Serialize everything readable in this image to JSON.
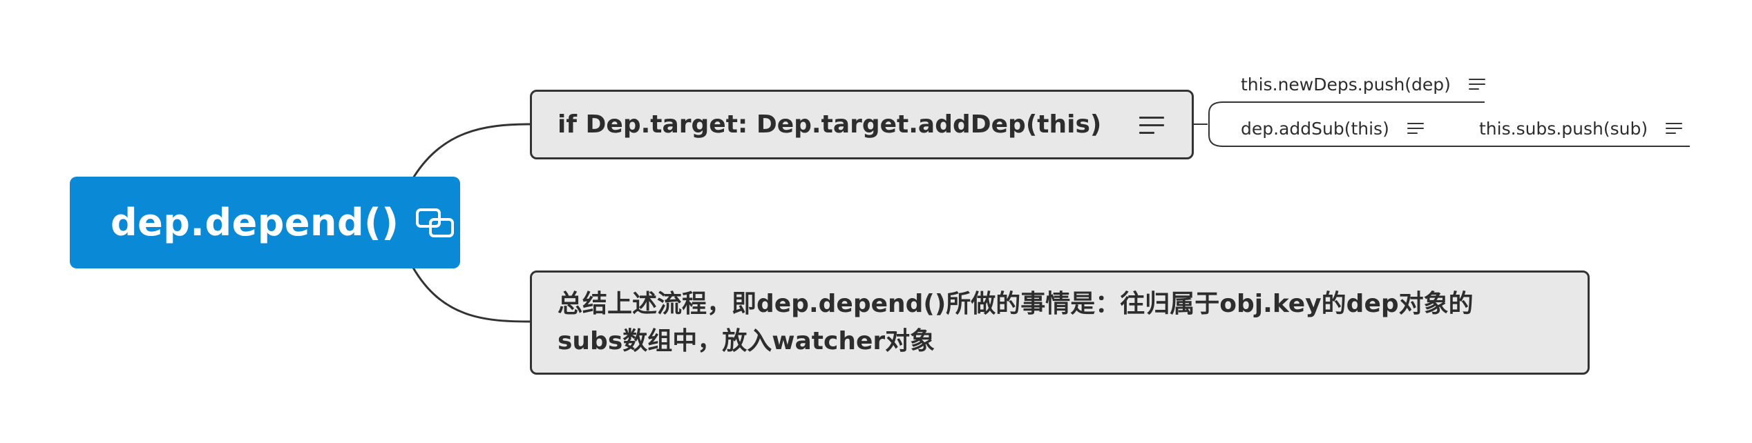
{
  "root": {
    "label": "dep.depend()",
    "icon": "link-icon"
  },
  "topics": [
    {
      "label": "if Dep.target: Dep.target.addDep(this)",
      "icon": "notes-icon",
      "children": [
        {
          "label": "this.newDeps.push(dep)",
          "icon": "notes-icon"
        },
        {
          "label": "dep.addSub(this)",
          "icon": "notes-icon",
          "children": [
            {
              "label": "this.subs.push(sub)",
              "icon": "notes-icon"
            }
          ]
        }
      ]
    },
    {
      "label": "总结上述流程，即dep.depend()所做的事情是：往归属于obj.key的dep对象的\nsubs数组中，放入watcher对象"
    }
  ],
  "colors": {
    "root_fill": "#0a8ad6",
    "topic_fill": "#e8e8e8",
    "line": "#333333",
    "text": "#2d2d2d"
  }
}
